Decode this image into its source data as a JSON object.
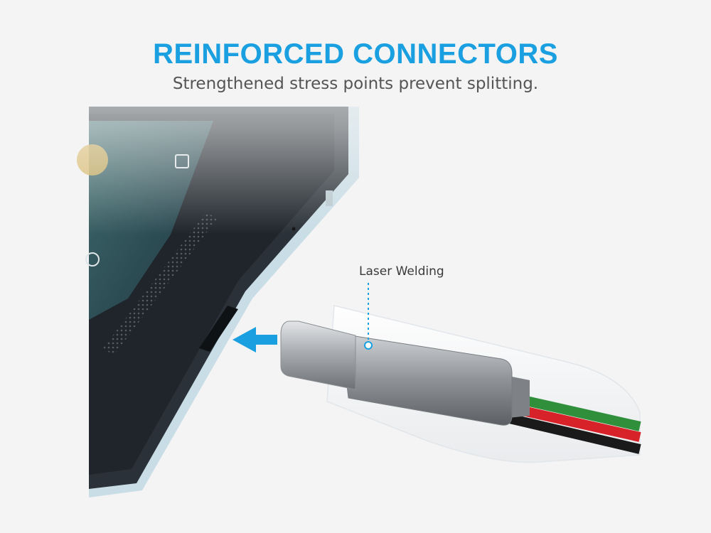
{
  "headline": "REINFORCED CONNECTORS",
  "subheadline": "Strengthened stress points prevent splitting.",
  "callout": {
    "label": "Laser Welding"
  },
  "colors": {
    "accent": "#1aa0e0",
    "subtext": "#555555",
    "background": "#f4f4f4",
    "phone_body": "#2a3138",
    "connector_metal": "#a9adb1",
    "wire_red": "#d8222a",
    "wire_green": "#2f8f3a",
    "wire_black": "#1a1a1a"
  },
  "icons": [
    "arrow-right-icon",
    "square-nav-icon",
    "circle-nav-icon"
  ]
}
